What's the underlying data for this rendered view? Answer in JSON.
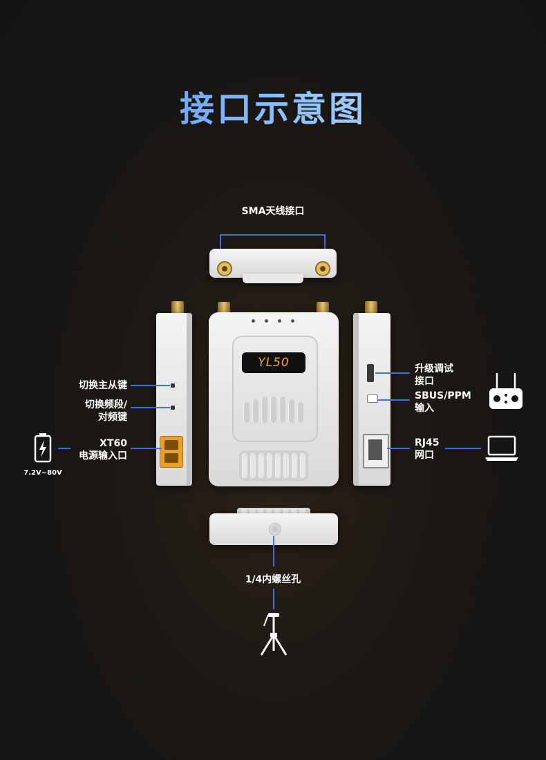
{
  "title": "接口示意图",
  "labels": {
    "sma": "SMA天线接口",
    "master_slave": "切换主从键",
    "band_line1": "切换频段/",
    "band_line2": "对频键",
    "xt60_line1": "XT60",
    "xt60_line2": "电源输入口",
    "voltage": "7.2V~80V",
    "debug_line1": "升级调试",
    "debug_line2": "接口",
    "sbus_line1": "SBUS/PPM",
    "sbus_line2": "输入",
    "rj45_line1": "RJ45",
    "rj45_line2": "网口",
    "screw": "1/4内螺丝孔"
  },
  "device": {
    "model": "YL50"
  },
  "colors": {
    "accent_line": "#3f6fe0",
    "title_gradient_start": "#3d7dff",
    "title_gradient_end": "#c8dcff",
    "model_text": "#f2a93b"
  },
  "icons": {
    "battery": "battery-bolt-icon",
    "remote": "remote-controller-icon",
    "laptop": "laptop-icon",
    "tripod": "tripod-icon"
  }
}
